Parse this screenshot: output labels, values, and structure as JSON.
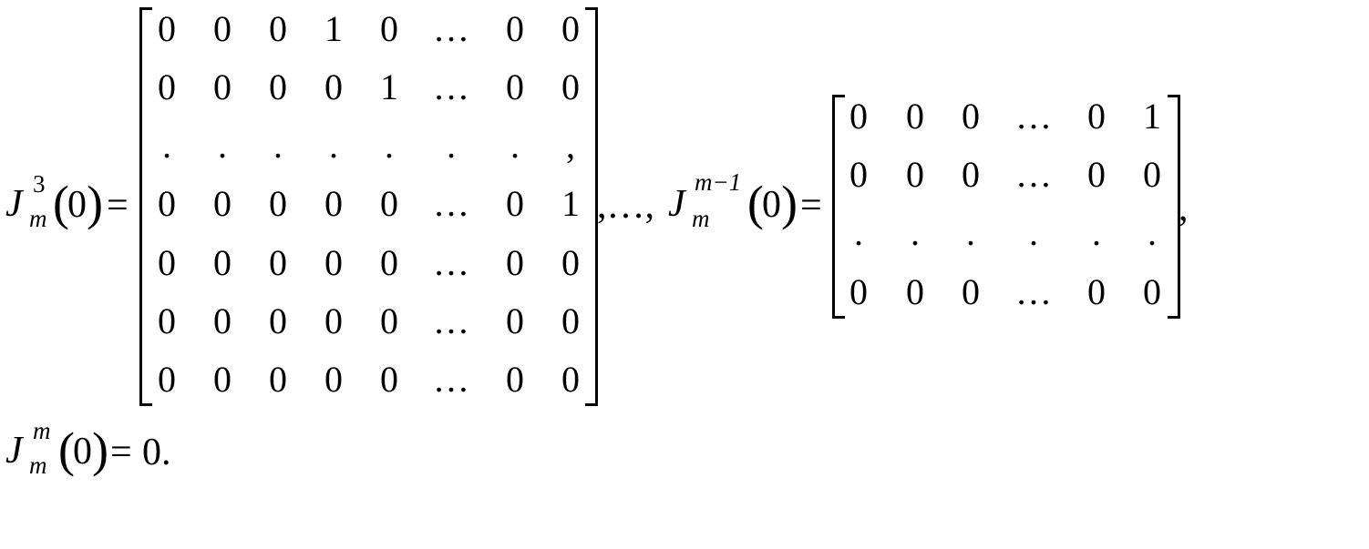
{
  "eq1": {
    "lhs": {
      "base": "J",
      "sup": "3",
      "sub": "m",
      "arg_open": "(",
      "arg": "0",
      "arg_close": ")",
      "eq": "="
    },
    "matrix_a": {
      "rows": [
        [
          "0",
          "0",
          "0",
          "1",
          "0",
          "…",
          "0",
          "0"
        ],
        [
          "0",
          "0",
          "0",
          "0",
          "1",
          "…",
          "0",
          "0"
        ],
        [
          ".",
          ".",
          ".",
          ".",
          ".",
          ".",
          ".",
          ","
        ],
        [
          "0",
          "0",
          "0",
          "0",
          "0",
          "…",
          "0",
          "1"
        ],
        [
          "0",
          "0",
          "0",
          "0",
          "0",
          "…",
          "0",
          "0"
        ],
        [
          "0",
          "0",
          "0",
          "0",
          "0",
          "…",
          "0",
          "0"
        ],
        [
          "0",
          "0",
          "0",
          "0",
          "0",
          "…",
          "0",
          "0"
        ]
      ]
    },
    "separator": ",…,",
    "rhs": {
      "base": "J",
      "sup": "m−1",
      "sub": "m",
      "arg_open": "(",
      "arg": "0",
      "arg_close": ")",
      "eq": "="
    },
    "matrix_b": {
      "rows": [
        [
          "0",
          "0",
          "0",
          "…",
          "0",
          "1"
        ],
        [
          "0",
          "0",
          "0",
          "…",
          "0",
          "0"
        ],
        [
          ".",
          ".",
          ".",
          ".",
          ".",
          "."
        ],
        [
          "0",
          "0",
          "0",
          "…",
          "0",
          "0"
        ]
      ]
    },
    "trailing": ","
  },
  "eq2": {
    "base": "J",
    "sup": "m",
    "sub": "m",
    "arg_open": "(",
    "arg": "0",
    "arg_close": ")",
    "eq": "=",
    "value": "0."
  }
}
